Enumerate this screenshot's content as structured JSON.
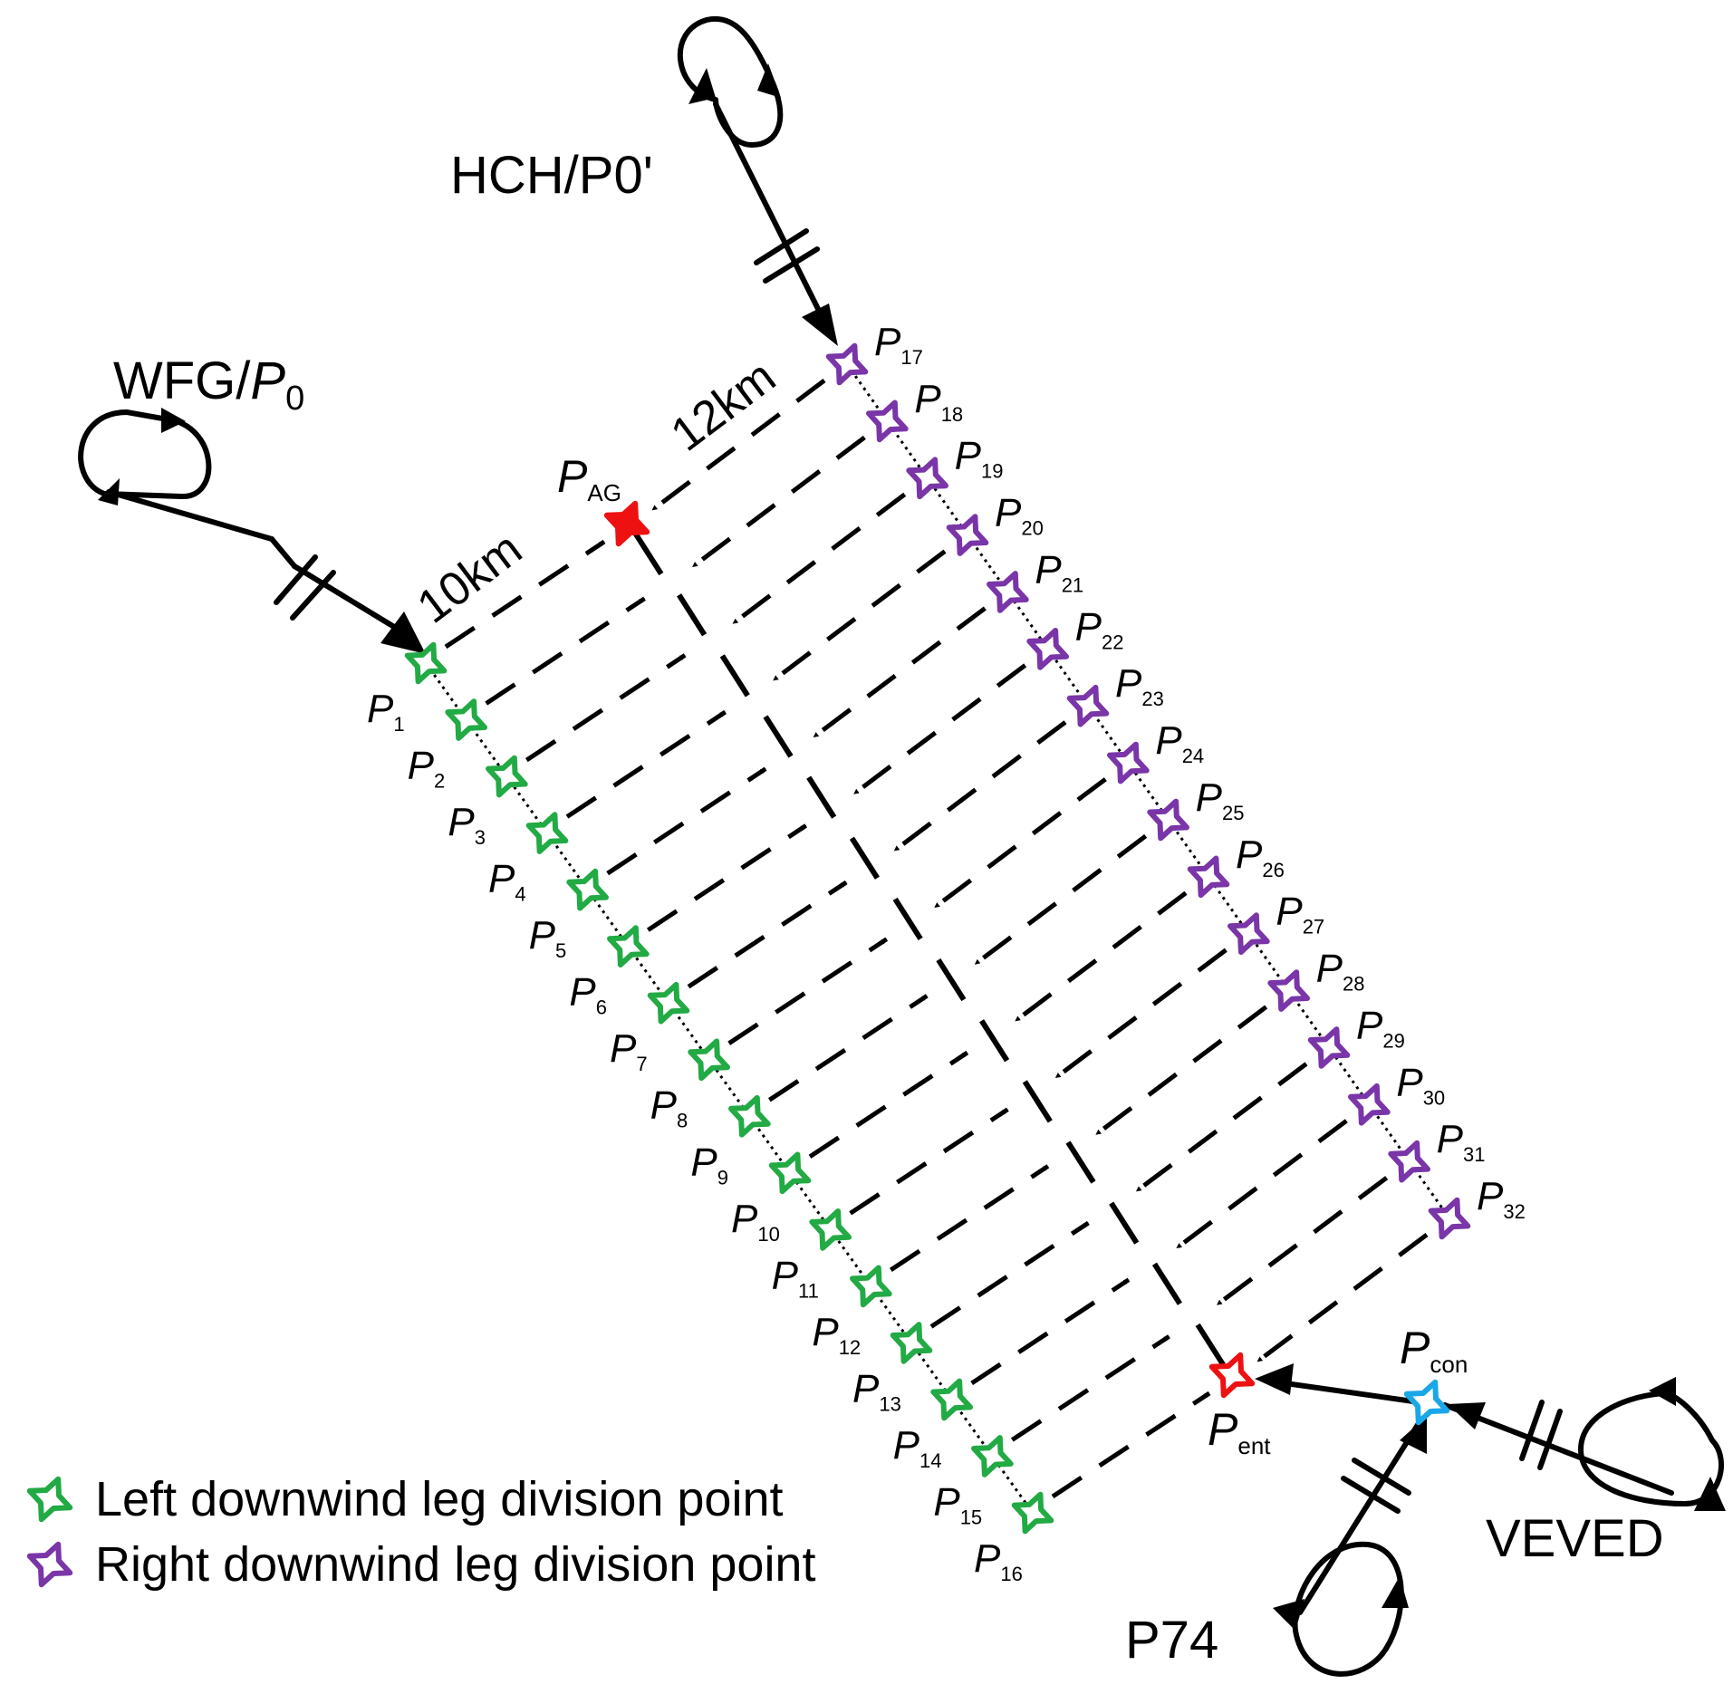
{
  "colors": {
    "left": "#22aa44",
    "right": "#7a35a8",
    "red": "#ee1111",
    "cyan": "#1aa7e8",
    "ink": "#000000"
  },
  "labels": {
    "wfg": "WFG/",
    "p0": "P",
    "p0_sub": "0",
    "hch": "HCH/P0'",
    "veved": "VEVED",
    "p74": "P74",
    "dist_12": "12km",
    "dist_10": "10km",
    "pag": "P",
    "pag_sub": "AG",
    "pent": "P",
    "pent_sub": "ent",
    "pcon": "P",
    "pcon_sub": "con"
  },
  "legend": {
    "left": "Left downwind leg division point",
    "right": "Right downwind leg division point"
  },
  "left_points": [
    "1",
    "2",
    "3",
    "4",
    "5",
    "6",
    "7",
    "8",
    "9",
    "10",
    "11",
    "12",
    "13",
    "14",
    "15",
    "16"
  ],
  "right_points": [
    "17",
    "18",
    "19",
    "20",
    "21",
    "22",
    "23",
    "24",
    "25",
    "26",
    "27",
    "28",
    "29",
    "30",
    "31",
    "32"
  ],
  "point_letter": "P"
}
